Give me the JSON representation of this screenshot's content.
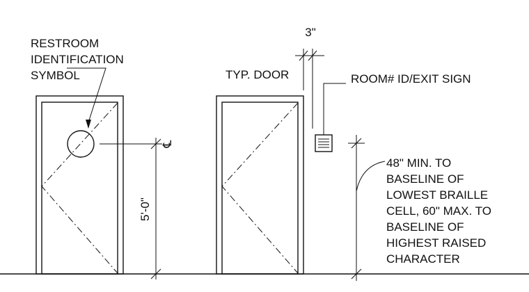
{
  "labels": {
    "restroom_symbol": [
      "RESTROOM",
      "IDENTIFICATION",
      "SYMBOL"
    ],
    "typ_door": "TYP. DOOR",
    "dim_3": "3\"",
    "room_sign": "ROOM# ID/EXIT SIGN",
    "centerline": "℄",
    "dim_5": "5'-0\"",
    "mounting_note": [
      "48\" MIN. TO",
      "BASELINE OF",
      "LOWEST BRAILLE",
      "CELL, 60\" MAX. TO",
      "BASELINE OF",
      "HIGHEST RAISED",
      "CHARACTER"
    ]
  }
}
